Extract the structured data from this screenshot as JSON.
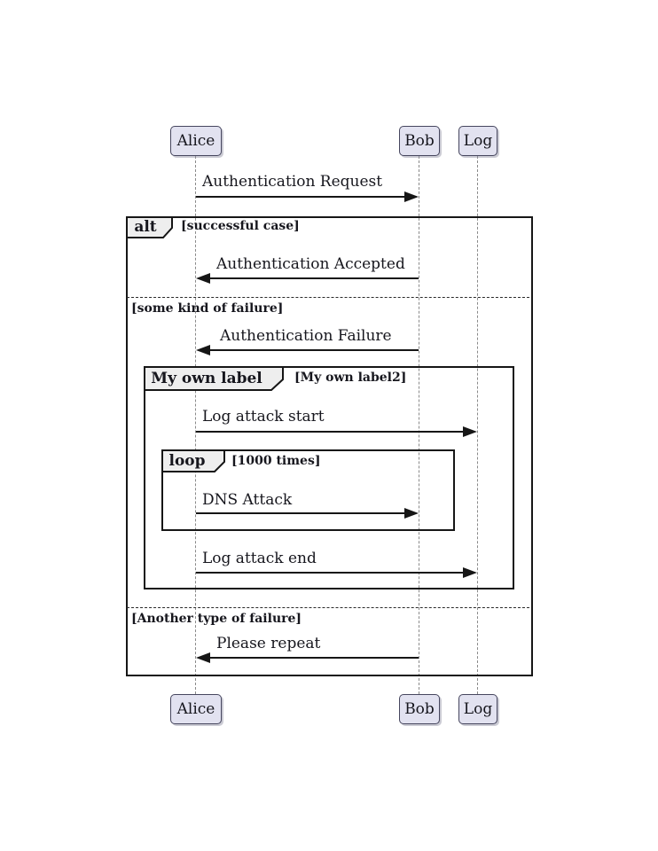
{
  "colors": {
    "background": "#ffffff",
    "participant_fill": "#e2e2f0",
    "participant_border": "#46465e",
    "frame_border": "#161616",
    "frame_label_fill": "#eeeeee",
    "lifeline": "#8a8a8a",
    "arrow": "#161616",
    "text": "#16161d"
  },
  "participants": [
    {
      "name": "Alice"
    },
    {
      "name": "Bob"
    },
    {
      "name": "Log"
    }
  ],
  "messages": [
    {
      "label": "Authentication Request",
      "from": "Alice",
      "to": "Bob",
      "direction": "right"
    },
    {
      "label": "Authentication Accepted",
      "from": "Bob",
      "to": "Alice",
      "direction": "left"
    },
    {
      "label": "Authentication Failure",
      "from": "Bob",
      "to": "Alice",
      "direction": "left"
    },
    {
      "label": "Log attack start",
      "from": "Alice",
      "to": "Log",
      "direction": "right"
    },
    {
      "label": "DNS Attack",
      "from": "Alice",
      "to": "Bob",
      "direction": "right"
    },
    {
      "label": "Log attack end",
      "from": "Alice",
      "to": "Log",
      "direction": "right"
    },
    {
      "label": "Please repeat",
      "from": "Bob",
      "to": "Alice",
      "direction": "left"
    }
  ],
  "frames": {
    "alt": {
      "operator": "alt",
      "guard": "[successful case]"
    },
    "group": {
      "operator": "My own label",
      "guard": "[My own label2]"
    },
    "loop": {
      "operator": "loop",
      "guard": "[1000 times]"
    },
    "dividers": [
      {
        "label": "[some kind of failure]"
      },
      {
        "label": "[Another type of failure]"
      }
    ]
  }
}
